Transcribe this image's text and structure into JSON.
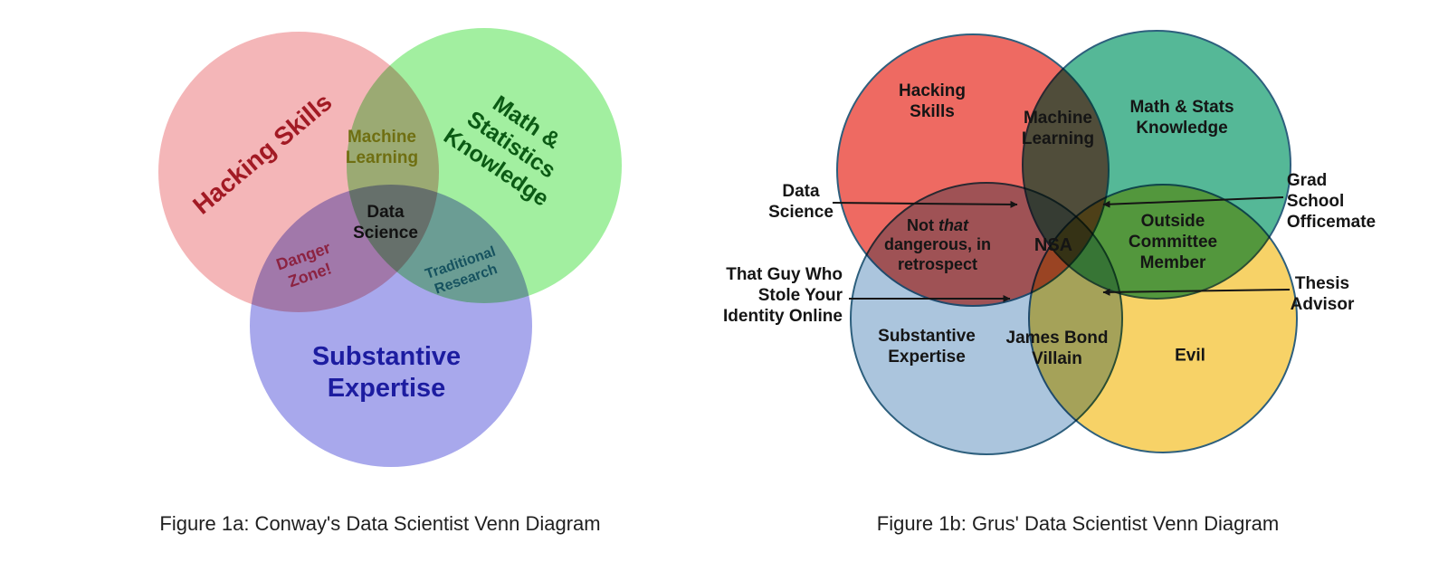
{
  "figure_1a": {
    "caption": "Figure 1a: Conway's Data Scientist Venn Diagram",
    "circles": {
      "hacking": {
        "label": "Hacking Skills",
        "fill": "#f4b6b8",
        "text_color": "#a21a24"
      },
      "math": {
        "label": "Math & Statistics\nKnowledge",
        "fill": "#a2efa0",
        "text_color": "#0b5a14"
      },
      "substantive": {
        "label": "Substantive\nExpertise",
        "fill": "#a8a8ec",
        "text_color": "#1c1ca0"
      }
    },
    "intersections": {
      "machine_learning": {
        "label": "Machine\nLearning",
        "text_color": "#6f6f12"
      },
      "data_science": {
        "label": "Data\nScience",
        "text_color": "#121212"
      },
      "danger_zone": {
        "label": "Danger\nZone!",
        "text_color": "#8c2342"
      },
      "traditional_research": {
        "label": "Traditional\nResearch",
        "text_color": "#16525f"
      }
    }
  },
  "figure_1b": {
    "caption": "Figure 1b: Grus' Data Scientist Venn Diagram",
    "outline_color": "#2d5f7d",
    "arrow_color": "#151515",
    "text_color": "#151515",
    "circles": {
      "hacking": {
        "label": "Hacking\nSkills",
        "fill": "#ee6a62"
      },
      "math": {
        "label": "Math & Stats\nKnowledge",
        "fill": "#55b897"
      },
      "substantive": {
        "label": "Substantive\nExpertise",
        "fill": "#abc5dd"
      },
      "evil": {
        "label": "Evil",
        "fill": "#f7d267"
      }
    },
    "intersections": {
      "machine_learning": {
        "label": "Machine\nLearning"
      },
      "nsa": {
        "label": "NSA"
      },
      "outside_committee": {
        "label": "Outside\nCommittee\nMember"
      },
      "james_bond": {
        "label": "James Bond\nVillain"
      },
      "not_that": {
        "before": "Not ",
        "italic": "that",
        "after": "dangerous, in\nretrospect"
      }
    },
    "callouts": {
      "data_science": "Data\nScience",
      "identity_thief": "That Guy Who\nStole Your\nIdentity Online",
      "grad_school": "Grad School\nOfficemate",
      "thesis_advisor": "Thesis\nAdvisor"
    }
  }
}
